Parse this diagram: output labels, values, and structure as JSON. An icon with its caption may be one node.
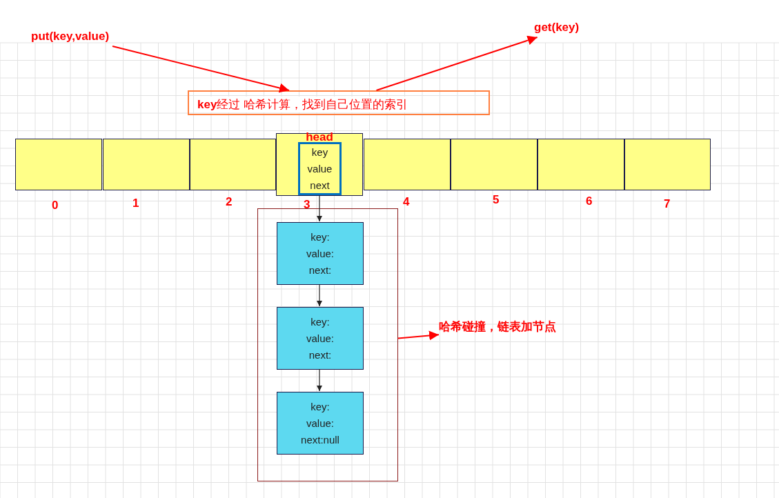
{
  "diagram": {
    "nodes": [
      {
        "text": [
          "put(key,value)"
        ]
      },
      {
        "text": [
          "get(key)"
        ]
      },
      {
        "text": [
          "**key**经过 哈希计算，找到自己位置的索引"
        ]
      },
      {
        "text": [],
        "shape": "box",
        "beside": [
          "0"
        ]
      },
      {
        "text": [],
        "shape": "box",
        "beside": [
          "1"
        ]
      },
      {
        "text": [],
        "shape": "box",
        "beside": [
          "2"
        ]
      },
      {
        "text": [
          "head"
        ],
        "beside": [
          "3"
        ]
      },
      {
        "text": [
          "key value next"
        ],
        "in": 6
      },
      {
        "text": [],
        "shape": "box",
        "beside": [
          "4"
        ]
      },
      {
        "text": [],
        "shape": "box",
        "beside": [
          "5"
        ]
      },
      {
        "text": [],
        "shape": "box",
        "beside": [
          "6"
        ]
      },
      {
        "text": [],
        "shape": "box",
        "beside": [
          "7"
        ]
      },
      {
        "text": [],
        "shape": "box"
      },
      {
        "text": [
          "key: value: next:"
        ],
        "in": 12
      },
      {
        "text": [
          "key: value: next:"
        ],
        "in": 12
      },
      {
        "text": [
          "key: value: next:null"
        ],
        "in": 12
      },
      {
        "text": [
          "哈希碰撞，链表加节点"
        ]
      }
    ],
    "edges": [
      {
        "from": 0,
        "to": 2,
        "arrow": "to",
        "color": "#ff0000"
      },
      {
        "from": 2,
        "to": 1,
        "arrow": "to",
        "color": "#ff0000"
      },
      {
        "from": 6,
        "to": 13,
        "arrow": "to",
        "color": "#222222"
      },
      {
        "from": 13,
        "to": 14,
        "arrow": "to",
        "color": "#222222"
      },
      {
        "from": 14,
        "to": 15,
        "arrow": "to",
        "color": "#222222"
      },
      {
        "from": 12,
        "to": 16,
        "arrow": "to",
        "color": "#ff0000"
      }
    ]
  }
}
